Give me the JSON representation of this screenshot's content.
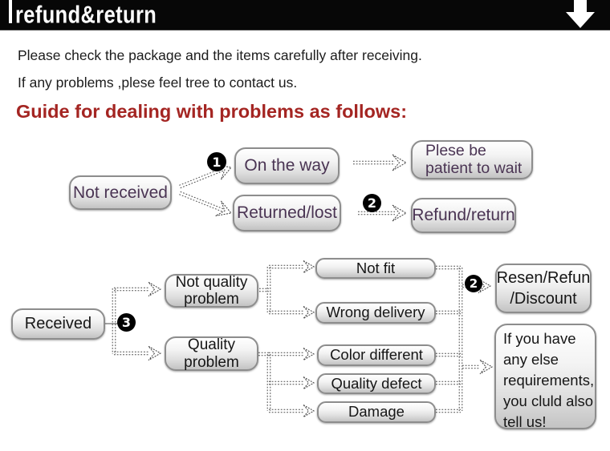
{
  "header": {
    "title": "refund&return"
  },
  "intro": {
    "line1": "Please check the package and the items carefully after receiving.",
    "line2": "If any problems ,plese feel tree to contact us.",
    "heading": "Guide for dealing with problems as follows:"
  },
  "colors": {
    "header_bg": "#070707",
    "heading_red": "#a42522",
    "flow_text_purple": "#4a3453",
    "flow_text_dark": "#161616",
    "box_border": "#8d8d8d"
  },
  "flow_not_received": {
    "source": "Not received",
    "step1_badge": "1",
    "on_the_way": "On the way",
    "wait_line1": "Plese be",
    "wait_line2": "patient to wait",
    "returned_lost": "Returned/lost",
    "step2_badge": "2",
    "refund_return": "Refund/return"
  },
  "flow_received": {
    "source": "Received",
    "step3_badge": "3",
    "not_quality_line1": "Not quality",
    "not_quality_line2": "problem",
    "quality_line1": "Quality",
    "quality_line2": "problem",
    "not_fit": "Not fit",
    "wrong_delivery": "Wrong delivery",
    "color_different": "Color different",
    "quality_defect": "Quality defect",
    "damage": "Damage",
    "step2_badge": "2",
    "outcome_line1": "Resen/Refun",
    "outcome_line2": "/Discount",
    "note_lines": [
      "If you have",
      "any else",
      "requirements,",
      "you cluld also",
      "tell us!"
    ]
  }
}
